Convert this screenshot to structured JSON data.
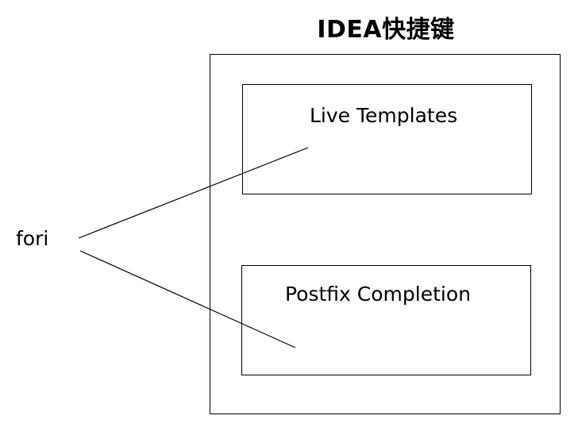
{
  "diagram": {
    "title": "IDEA快捷键",
    "source_label": "fori",
    "boxes": {
      "live_templates": "Live Templates",
      "postfix_completion": "Postfix Completion"
    },
    "colors": {
      "line": "#000000",
      "background": "#ffffff"
    }
  }
}
